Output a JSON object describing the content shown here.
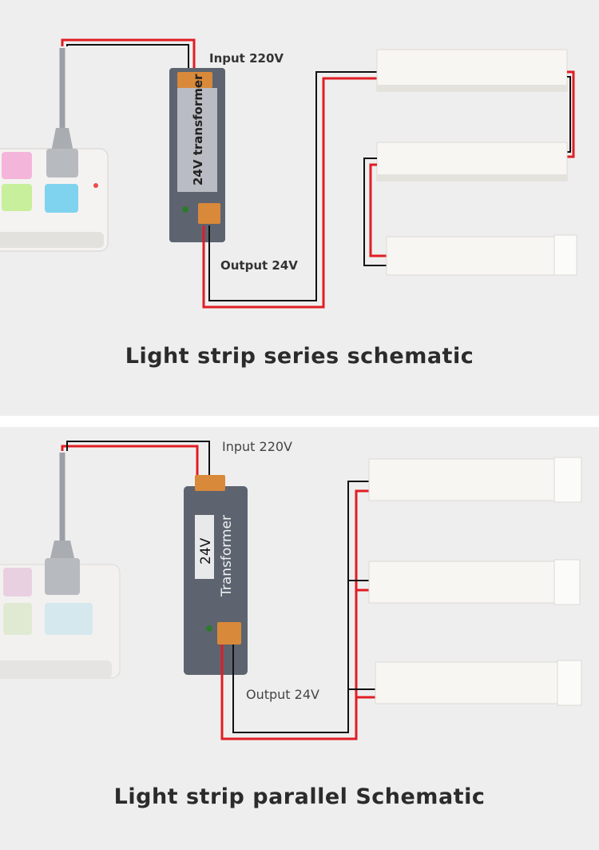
{
  "series": {
    "input_label": "Input 220V",
    "transformer_label": "24V transformer",
    "output_label": "Output 24V",
    "caption": "Light strip series schematic"
  },
  "parallel": {
    "input_label": "Input 220V",
    "transformer_label_line1": "24V",
    "transformer_label_line2": "Transformer",
    "output_label": "Output 24V",
    "caption": "Light strip parallel Schematic"
  },
  "colors": {
    "live_wire": "#e01d24",
    "neutral_wire": "#111111",
    "transformer_body": "#5d6470",
    "terminal": "#d9893a",
    "socket_pink": "#f3b6da",
    "socket_green": "#c8ef9c",
    "socket_blue": "#7fd3ef"
  }
}
